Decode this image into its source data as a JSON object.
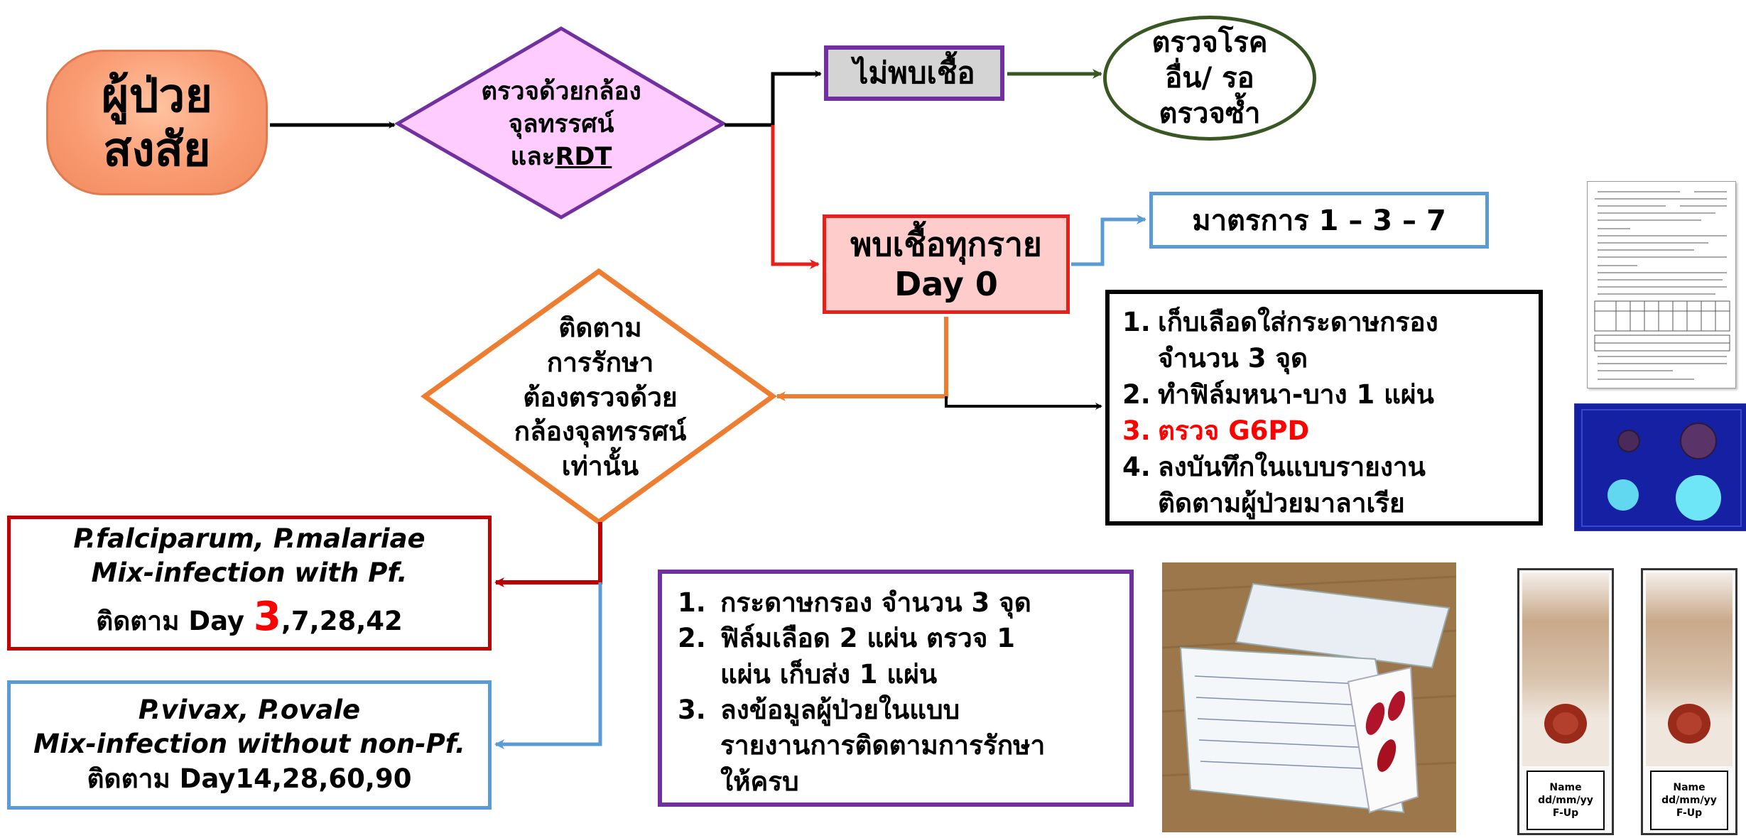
{
  "patient": {
    "line1": "ผู้ป่วย",
    "line2": "สงสัย"
  },
  "test": {
    "line1": "ตรวจด้วยกล้อง",
    "line2": "จุลทรรศน์",
    "line3_prefix": "และ",
    "line3_rdt": "RDT"
  },
  "no_pathogen": {
    "label": "ไม่พบเชื้อ"
  },
  "other_disease": {
    "line1": "ตรวจโรค",
    "line2": "อื่น/ รอ",
    "line3": "ตรวจซ้ำ"
  },
  "found_all": {
    "line1": "พบเชื้อทุกราย",
    "line2": "Day 0"
  },
  "measures": {
    "label": "มาตรการ 1 – 3 – 7"
  },
  "follow_up": {
    "line1": "ติดตาม",
    "line2": "การรักษา",
    "line3": "ต้องตรวจด้วย",
    "line4": "กล้องจุลทรรศน์",
    "line5": "เท่านั้น"
  },
  "steps": [
    {
      "num": "1.",
      "text": "เก็บเลือดใส่กระดาษกรอง",
      "cont": "จำนวน 3 จุด",
      "highlight": false
    },
    {
      "num": "2.",
      "text": "ทำฟิล์มหนา-บาง  1 แผ่น",
      "cont": "",
      "highlight": true
    },
    {
      "num": "3.",
      "text": "ตรวจ G6PD",
      "cont": "",
      "highlight": true
    },
    {
      "num": "4.",
      "text": "ลงบันทึกในแบบรายงาน",
      "cont": "ติดตามผู้ป่วยมาลาเรีย",
      "highlight": false
    }
  ],
  "pf_box": {
    "line1": "P.falciparum, P.malariae",
    "line2": "Mix-infection with Pf.",
    "follow_prefix": "ติดตาม Day ",
    "follow_big": "3",
    "follow_rest": ",7,28,42"
  },
  "pv_box": {
    "line1": "P.vivax, P.ovale",
    "line2": "Mix-infection without non-Pf.",
    "follow": "ติดตาม Day14,28,60,90"
  },
  "bottom_box": {
    "items": [
      {
        "num": "1.",
        "line1": "กระดาษกรอง จำนวน 3 จุด",
        "line2": ""
      },
      {
        "num": "2.",
        "line1": "ฟิล์มเลือด 2 แผ่น ตรวจ 1",
        "line2": "แผ่น เก็บส่ง 1  แผ่น"
      },
      {
        "num": "3.",
        "line1": "ลงข้อมูลผู้ป่วยในแบบ",
        "line2": "รายงานการติดตามการรักษา",
        "line3": "ให้ครบ"
      }
    ]
  },
  "strip_label": {
    "line1": "Name",
    "line2": "dd/mm/yy",
    "line3": "F-Up"
  },
  "colors": {
    "patient": "#f99b72",
    "diamond_test_fill": "#ffccff",
    "diamond_test_border": "#7030a0",
    "diamond_follow_border": "#ed7d31",
    "red": "#e6211c",
    "blue": "#5b9bd5",
    "green": "#385723",
    "dark_red": "#c00000"
  }
}
